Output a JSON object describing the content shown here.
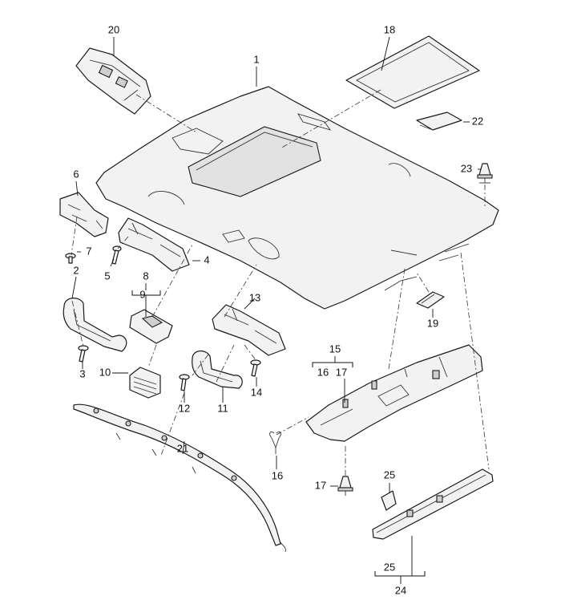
{
  "diagram": {
    "callouts": {
      "c1": "1",
      "c2": "2",
      "c3": "3",
      "c4": "4",
      "c5": "5",
      "c6": "6",
      "c7": "7",
      "c8": "8",
      "c9": "9",
      "c10": "10",
      "c11": "11",
      "c12": "12",
      "c13": "13",
      "c14": "14",
      "c15": "15",
      "c16a": "16",
      "c17a": "17",
      "c16b": "16",
      "c17b": "17",
      "c18": "18",
      "c19": "19",
      "c20": "20",
      "c21": "21",
      "c22": "22",
      "c23": "23",
      "c24": "24",
      "c25a": "25",
      "c25b": "25"
    }
  }
}
